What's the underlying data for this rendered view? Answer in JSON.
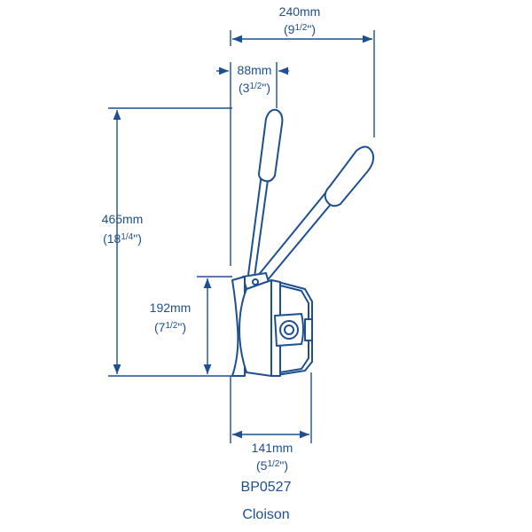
{
  "color": "#1d4f91",
  "dimensions": {
    "top_width": {
      "metric": "240mm",
      "imperial_whole": "9",
      "imperial_frac": "1/2",
      "inch_mark": "\""
    },
    "offset": {
      "metric": "88mm",
      "imperial_whole": "3",
      "imperial_frac": "1/2",
      "inch_mark": "\""
    },
    "total_height": {
      "metric": "465mm",
      "imperial_whole": "18",
      "imperial_frac": "1/4",
      "inch_mark": "\""
    },
    "body_height": {
      "metric": "192mm",
      "imperial_whole": "7",
      "imperial_frac": "1/2",
      "inch_mark": "\""
    },
    "body_depth": {
      "metric": "141mm",
      "imperial_whole": "5",
      "imperial_frac": "1/2",
      "inch_mark": "\""
    }
  },
  "model": "BP0527",
  "variant": "Cloison"
}
